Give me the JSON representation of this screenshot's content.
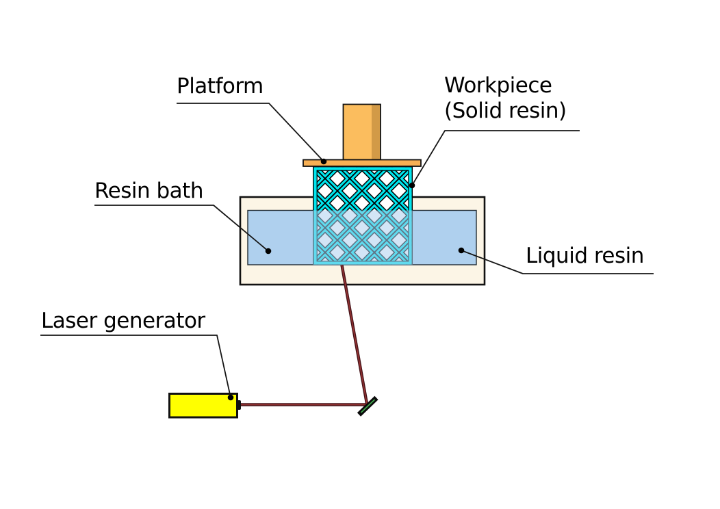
{
  "labels": {
    "platform": "Platform",
    "workpiece_line1": "Workpiece",
    "workpiece_line2": "(Solid resin)",
    "resin_bath": "Resin bath",
    "liquid_resin": "Liquid resin",
    "laser_generator": "Laser generator"
  },
  "colors": {
    "bath_body": "#FCF5E6",
    "liquid_resin": "#AFD0EE",
    "liquid_overlay": "rgba(175,208,238,0.55)",
    "lattice_cyan": "#00E6EE",
    "plate_orange": "#F8B054",
    "column_orange": "#FBBD5E",
    "column_shade": "#D29A47",
    "laser_yellow": "#FFFF00",
    "beam_dark": "#451419",
    "beam_core": "#993333",
    "mirror_black": "#0B0B0B",
    "mirror_green": "#3FAE4E",
    "outline": "#111111"
  }
}
